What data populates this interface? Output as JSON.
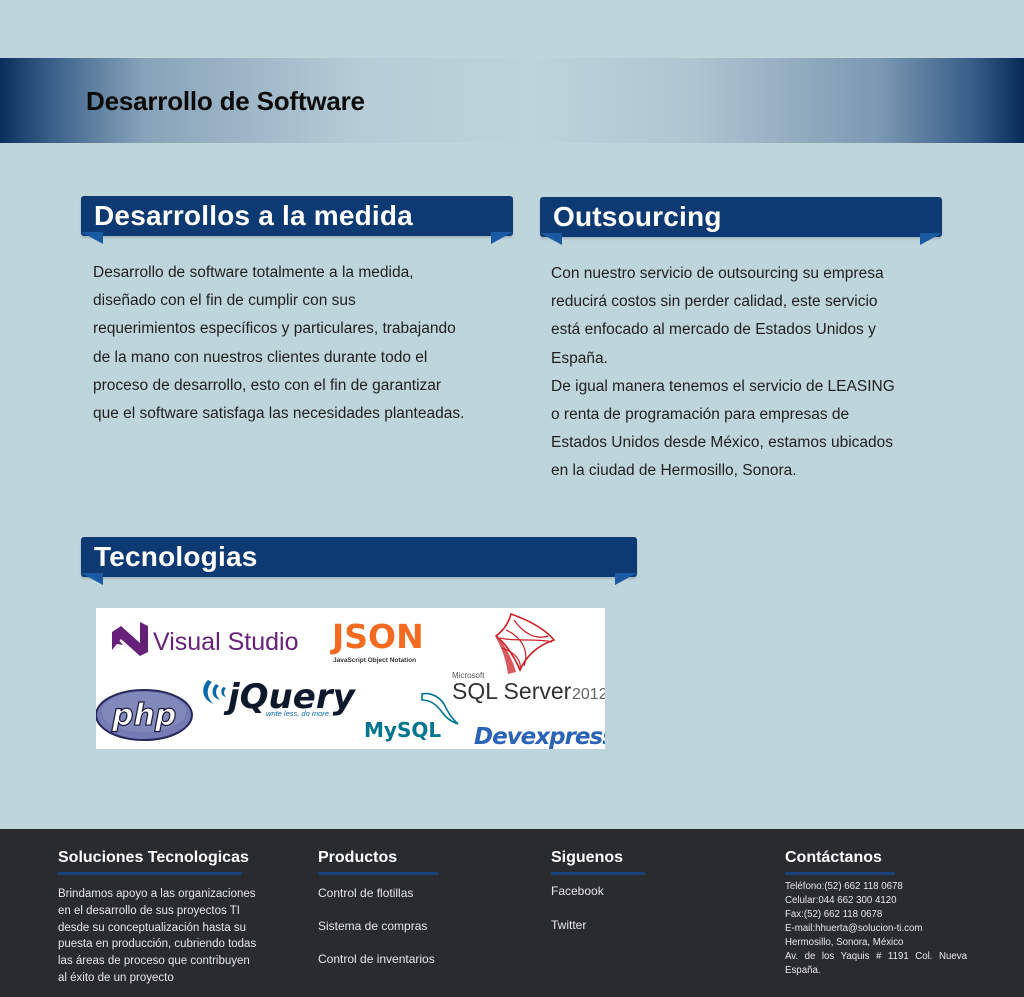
{
  "hero": {
    "title": "Desarrollo de Software"
  },
  "sections": {
    "custom": {
      "title": "Desarrollos a la medida",
      "lines": [
        "Desarrollo de software totalmente a la medida,",
        "diseñado con el fin de cumplir con sus",
        "requerimientos específicos y particulares, trabajando",
        "de la mano con nuestros clientes durante todo el",
        "proceso de desarrollo, esto con el fin de garantizar",
        "que el software satisfaga las necesidades planteadas."
      ]
    },
    "outsourcing": {
      "title": "Outsourcing",
      "lines": [
        "Con nuestro servicio de outsourcing su empresa",
        "reducirá costos sin perder calidad, este servicio",
        "está enfocado al mercado de Estados Unidos y",
        "España.",
        "De igual manera tenemos el servicio de LEASING",
        "o renta de programación para empresas de",
        "Estados Unidos desde México, estamos ubicados",
        "en la ciudad de Hermosillo, Sonora."
      ]
    },
    "tech": {
      "title": "Tecnologias"
    }
  },
  "logos": {
    "visual_studio": "Visual Studio",
    "json": "JSON",
    "json_sub": "JavaScript Object Notation",
    "microsoft": "Microsoft",
    "sql_server": "SQL Server",
    "sql_year": "2012",
    "php": "php",
    "jquery": "jQuery",
    "jquery_tag": "write less, do more.",
    "mysql": "MySQL",
    "devexpress": "Devexpress",
    "colors": {
      "visual_studio": "#68217a",
      "json": "#f26b21",
      "sql_red": "#cc2027",
      "php": "#4f5b93",
      "jquery": "#0e1a2b",
      "mysql_blue": "#00758f",
      "mysql_orange": "#f29111",
      "devexpress": "#2b63b6"
    }
  },
  "footer": {
    "about": {
      "title": "Soluciones Tecnologicas",
      "lines": [
        "Brindamos apoyo a las organizaciones",
        "en el desarrollo de sus proyectos TI",
        "desde su conceptualización hasta su",
        "puesta en producción, cubriendo todas",
        "las áreas de proceso que contribuyen",
        "al éxito de un proyecto"
      ]
    },
    "products": {
      "title": "Productos",
      "items": [
        "Control de flotillas",
        "Sistema de compras",
        "Control de inventarios"
      ]
    },
    "social": {
      "title": "Siguenos",
      "items": [
        "Facebook",
        "Twitter"
      ]
    },
    "contact": {
      "title": "Contáctanos",
      "lines": [
        "Teléfono:(52) 662 118 0678",
        "Celular:044 662 300 4120",
        "Fax:(52) 662 118 0678",
        "E-mail:hhuerta@solucion-ti.com",
        "Hermosillo, Sonora, México",
        "Av. de los Yaquis # 1191 Col. Nueva",
        "España."
      ]
    }
  }
}
